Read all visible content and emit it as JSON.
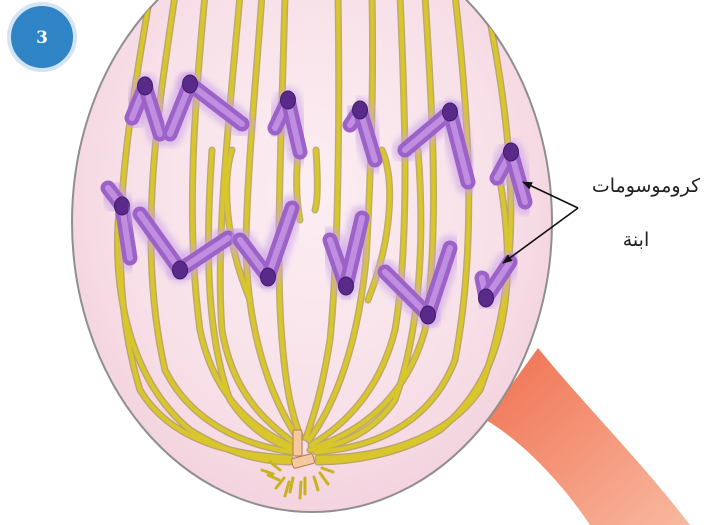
{
  "figure": {
    "step_number": "3",
    "labels": {
      "line1": "كروموسومات",
      "line2": "ابنة"
    },
    "colors": {
      "cell_fill": "#f9e3ea",
      "cell_stroke": "#8f8f8f",
      "spindle": "#c8b21e",
      "chromosome": "#a06ac8",
      "centromere": "#5a2a8a",
      "badge": "#2f84c6",
      "band": "#ee8a6e"
    }
  }
}
